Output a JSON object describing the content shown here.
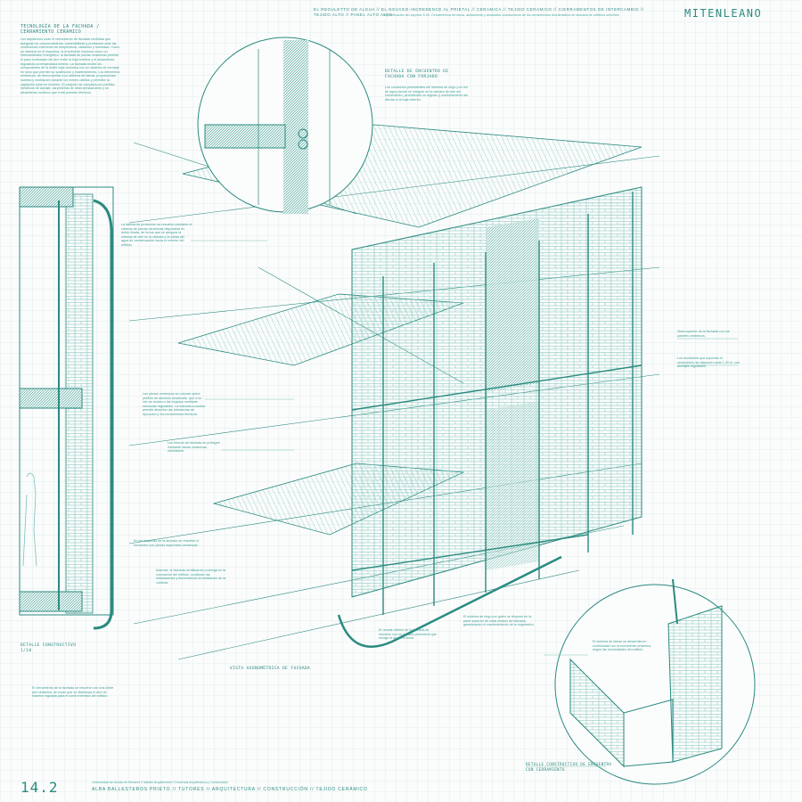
{
  "header": {
    "title": "EL REGULETTO DE ALGUA // EL NOVAGO-INCREDENCE AL PRIETAL // CERAMICA // TEJIDO CERAMICO // CIERRAMENTOS DE INTERCAMBIO // TEJIDO ALTO // PANEL ALTO ALTO",
    "subtitle": "Especificación del capítulo 5.00. Cerramientos térmicos, aislamiento y acabados constructivos de los cerramientos bioclimáticos en fachada de edificios sencillos.",
    "brand": "MITENLEANO"
  },
  "left_column": {
    "heading": "TECNOLOGÍA DE LA FACHADA / CERRAMIENTO CERÁMICO",
    "body": "Los arquitectos usan el cerramiento de fachada ventilada que aseguran su comportamiento, sostenibilidad y protección ante las condiciones exteriores de temperatura, radiación y humedad. Como se observa en el esquema, la envolvente funciona como un intercambiador energético: la fachada de piezas cerámicas permite el paso controlado del aire entre la hoja exterior y el aislamiento, regulando la temperatura interior. La fachada recibe los componentes de la doble hoja cerámica con un sistema de montaje en seco que permite su sustitución y mantenimiento. Los elementos cerámicos, de forma similar a un sistema de lamas, proporcionan sombra y ventilación durante los meses cálidos y permiten la captación solar en invierno. El conjunto se completa con perfiles metálicos de anclaje, carpinterías de altas prestaciones y un aislamiento continuo que evita puentes térmicos.",
    "detail_label": "DETALLE CONSTRUCTIVO 1/10",
    "bottom_note": "El cerramiento de la fachada se resuelve con una doble piel cerámica, de modo que se distribuya el aire de manera regulada para el control térmico del edificio."
  },
  "notes": {
    "detail_top_title": "DETALLE DE ENCUENTRO DE FACHADA CON FORJADO",
    "detail_top_text": "Los conductos perimetrales del sistema de riego y la red de agua pluvial se integran en la cámara de aire del cerramiento, permitiendo su registro y mantenimiento sin afectar a la hoja exterior.",
    "mid_left_1": "La lámina de protección se resuelve mediante el sistema de piezas cerámicas dispuestas en doble hilada, de forma que se asegura la entrada de aire en la cámara y la salida del agua de condensación hacia el exterior del edificio.",
    "mid_left_2": "Las piezas cerámicas se colocan sobre perfiles de aluminio anodizado, que a su vez se anclan a los forjados mediante ménsulas regulables. La estructura auxiliar permite absorber las tolerancias de ejecución y los movimientos térmicos.",
    "mid_left_3": "Los huecos de fachada se protegen mediante lamas cerámicas orientables.",
    "mid_left_4": "En las esquinas de la fachada se resuelve el encuentro con piezas especiales cerámicas.",
    "mid_left_5": "Además, la fachada ventilada se prolonga en la coronación del edificio, ocultando las instalaciones y favoreciendo la ventilación de la cubierta.",
    "right_1": "Vista superior de la fachada con los paneles cerámicos.",
    "right_2": "Los montantes que soportan el cerramiento se disponen cada 1,20 m, con anclajes regulables.",
    "section_label": "VISTA AXONOMÉTRICA DE FACHADA",
    "bottom_center_1": "El remate inferior de la fachada se resuelve con un canalón perimetral que recoge el agua de lluvia.",
    "bottom_center_2": "El sistema de riego por goteo se dispone en la parte superior de cada módulo de fachada, garantizando el mantenimiento de la vegetación.",
    "bottom_right": "El sistema de lamas se desarrolla en continuidad con la envolvente cerámica, según las necesidades del edificio.",
    "detail_bottom_label": "DETALLE CONSTRUCTIVO DE ENCUENTRO CON CERRAMIENTO"
  },
  "footer": {
    "sheet_number": "14.2",
    "course": "Universidad de Alcalá de Henares // Máster Arquitectura // Docencia Arquitectura y Construcción",
    "authors": "ALBA BALLESTEROS PRIETO // TUTORES // ARQUITECTURA // CONSTRUCCIÓN // TEJIDO CERÁMICO"
  },
  "colors": {
    "ink": "#2b8a80",
    "light": "#7cc2b8",
    "bg": "#fbfcfc"
  }
}
